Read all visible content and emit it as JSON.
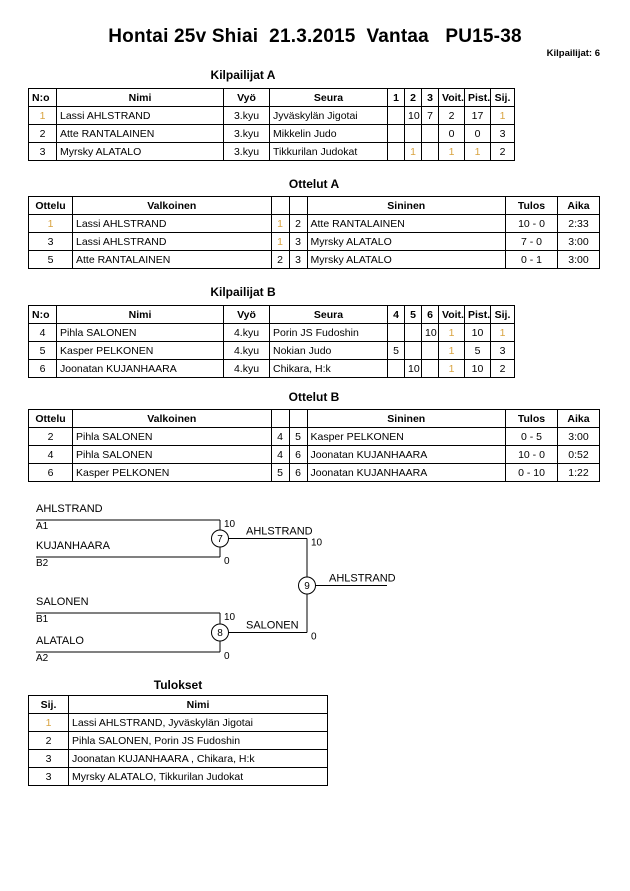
{
  "header": {
    "title": "Hontai 25v Shiai  21.3.2015  Vantaa   PU15-38",
    "entrants": "Kilpailijat: 6"
  },
  "captions": {
    "pool_a": "Kilpailijat A",
    "bouts_a": "Ottelut A",
    "pool_b": "Kilpailijat B",
    "bouts_b": "Ottelut B",
    "results": "Tulokset"
  },
  "pool_a": {
    "headers": [
      "N:o",
      "Nimi",
      "Vyö",
      "Seura",
      "1",
      "2",
      "3",
      "Voit.",
      "Pist.",
      "Sij."
    ],
    "rows": [
      {
        "no": "1",
        "name": "Lassi AHLSTRAND",
        "belt": "3.kyu",
        "club": "Jyväskylän Jigotai",
        "m1": "",
        "m2": "10",
        "m3": "7",
        "wins": "2",
        "points": "17",
        "rank": "1",
        "faint": [
          "no",
          "rank"
        ]
      },
      {
        "no": "2",
        "name": "Atte RANTALAINEN",
        "belt": "3.kyu",
        "club": "Mikkelin Judo",
        "m1": "",
        "m2": "",
        "m3": "",
        "wins": "0",
        "points": "0",
        "rank": "3",
        "faint": []
      },
      {
        "no": "3",
        "name": "Myrsky ALATALO",
        "belt": "3.kyu",
        "club": "Tikkurilan Judokat",
        "m1": "",
        "m2": "1",
        "m3": "",
        "wins": "1",
        "points": "1",
        "rank": "2",
        "faint": [
          "m2",
          "wins",
          "points"
        ]
      }
    ]
  },
  "bouts_a": {
    "headers": [
      "Ottelu",
      "Valkoinen",
      "",
      "",
      "Sininen",
      "Tulos",
      "Aika"
    ],
    "rows": [
      {
        "bout": "1",
        "white": "Lassi AHLSTRAND",
        "wno": "1",
        "bno": "2",
        "blue": "Atte RANTALAINEN",
        "result": "10 - 0",
        "time": "2:33",
        "faint": [
          "bout",
          "wno"
        ]
      },
      {
        "bout": "3",
        "white": "Lassi AHLSTRAND",
        "wno": "1",
        "bno": "3",
        "blue": "Myrsky ALATALO",
        "result": "7 - 0",
        "time": "3:00",
        "faint": [
          "wno"
        ]
      },
      {
        "bout": "5",
        "white": "Atte RANTALAINEN",
        "wno": "2",
        "bno": "3",
        "blue": "Myrsky ALATALO",
        "result": "0 - 1",
        "time": "3:00",
        "faint": []
      }
    ]
  },
  "pool_b": {
    "headers": [
      "N:o",
      "Nimi",
      "Vyö",
      "Seura",
      "4",
      "5",
      "6",
      "Voit.",
      "Pist.",
      "Sij."
    ],
    "rows": [
      {
        "no": "4",
        "name": "Pihla SALONEN",
        "belt": "4.kyu",
        "club": "Porin JS Fudoshin",
        "m1": "",
        "m2": "",
        "m3": "10",
        "wins": "1",
        "points": "10",
        "rank": "1",
        "faint": [
          "wins",
          "rank"
        ]
      },
      {
        "no": "5",
        "name": "Kasper PELKONEN",
        "belt": "4.kyu",
        "club": "Nokian Judo",
        "m1": "5",
        "m2": "",
        "m3": "",
        "wins": "1",
        "points": "5",
        "rank": "3",
        "faint": [
          "wins"
        ]
      },
      {
        "no": "6",
        "name": "Joonatan  KUJANHAARA",
        "belt": "4.kyu",
        "club": "Chikara, H:k",
        "m1": "",
        "m2": "10",
        "m3": "",
        "wins": "1",
        "points": "10",
        "rank": "2",
        "faint": [
          "wins"
        ]
      }
    ]
  },
  "bouts_b": {
    "headers": [
      "Ottelu",
      "Valkoinen",
      "",
      "",
      "Sininen",
      "Tulos",
      "Aika"
    ],
    "rows": [
      {
        "bout": "2",
        "white": "Pihla SALONEN",
        "wno": "4",
        "bno": "5",
        "blue": "Kasper PELKONEN",
        "result": "0 - 5",
        "time": "3:00",
        "faint": []
      },
      {
        "bout": "4",
        "white": "Pihla SALONEN",
        "wno": "4",
        "bno": "6",
        "blue": "Joonatan  KUJANHAARA",
        "result": "10 - 0",
        "time": "0:52",
        "faint": []
      },
      {
        "bout": "6",
        "white": "Kasper PELKONEN",
        "wno": "5",
        "bno": "6",
        "blue": "Joonatan  KUJANHAARA",
        "result": "0 - 10",
        "time": "1:22",
        "faint": []
      }
    ]
  },
  "bracket": {
    "semi_upper": {
      "top": {
        "name": "AHLSTRAND",
        "seed": "A1",
        "score": "10"
      },
      "bottom": {
        "name": "KUJANHAARA",
        "seed": "B2",
        "score": "0"
      },
      "number": "7",
      "winner": "AHLSTRAND"
    },
    "semi_lower": {
      "top": {
        "name": "SALONEN",
        "seed": "B1",
        "score": "10"
      },
      "bottom": {
        "name": "ALATALO",
        "seed": "A2",
        "score": "0"
      },
      "number": "8",
      "winner": "SALONEN"
    },
    "final": {
      "number": "9",
      "top_score": "10",
      "bottom_score": "0",
      "winner": "AHLSTRAND"
    }
  },
  "results": {
    "headers": [
      "Sij.",
      "Nimi"
    ],
    "rows": [
      {
        "rank": "1",
        "name": "Lassi AHLSTRAND, Jyväskylän Jigotai",
        "faint": [
          "rank"
        ]
      },
      {
        "rank": "2",
        "name": "Pihla SALONEN, Porin JS Fudoshin",
        "faint": []
      },
      {
        "rank": "3",
        "name": "Joonatan  KUJANHAARA , Chikara, H:k",
        "faint": []
      },
      {
        "rank": "3",
        "name": "Myrsky ALATALO, Tikkurilan Judokat",
        "faint": []
      }
    ]
  }
}
